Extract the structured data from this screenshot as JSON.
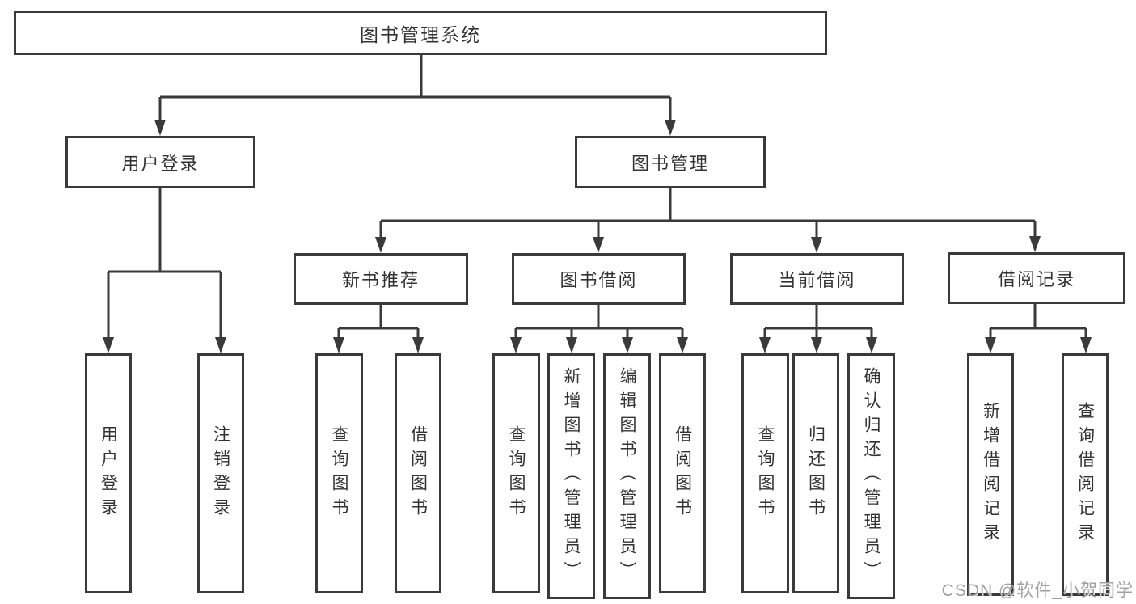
{
  "diagram": {
    "type": "function-structure-tree",
    "title": "图书管理系统",
    "colors": {
      "background": "#ffffff",
      "box_border": "#3a3a3a",
      "connector_line": "#3a3a3a",
      "text": "#333333",
      "watermark_text": "#9b9b9b"
    },
    "watermark": "CSDN @软件_小贺同学"
  },
  "nodes": {
    "root": "图书管理系统",
    "user_login": "用户登录",
    "book_management": "图书管理",
    "new_book_recommend": "新书推荐",
    "book_borrowing": "图书借阅",
    "current_borrowing": "当前借阅",
    "borrowing_records": "借阅记录",
    "leaf_user_login": "用户登录",
    "leaf_logout": "注销登录",
    "leaf_nbr_query_books": "查询图书",
    "leaf_nbr_borrow_books": "借阅图书",
    "leaf_bb_query_books": "查询图书",
    "leaf_bb_add_books_admin": "新增图书（管理员）",
    "leaf_bb_edit_books_admin": "编辑图书（管理员）",
    "leaf_bb_borrow_books": "借阅图书",
    "leaf_cb_query_books": "查询图书",
    "leaf_cb_return_books": "归还图书",
    "leaf_cb_confirm_return_admin": "确认归还（管理员）",
    "leaf_br_add_record": "新增借阅记录",
    "leaf_br_query_record": "查询借阅记录"
  },
  "hierarchy": [
    {
      "parent": "图书管理系统",
      "children": [
        "用户登录",
        "图书管理"
      ]
    },
    {
      "parent": "用户登录",
      "children": [
        "用户登录",
        "注销登录"
      ]
    },
    {
      "parent": "图书管理",
      "children": [
        "新书推荐",
        "图书借阅",
        "当前借阅",
        "借阅记录"
      ]
    },
    {
      "parent": "新书推荐",
      "children": [
        "查询图书",
        "借阅图书"
      ]
    },
    {
      "parent": "图书借阅",
      "children": [
        "查询图书",
        "新增图书（管理员）",
        "编辑图书（管理员）",
        "借阅图书"
      ]
    },
    {
      "parent": "当前借阅",
      "children": [
        "查询图书",
        "归还图书",
        "确认归还（管理员）"
      ]
    },
    {
      "parent": "借阅记录",
      "children": [
        "新增借阅记录",
        "查询借阅记录"
      ]
    }
  ]
}
